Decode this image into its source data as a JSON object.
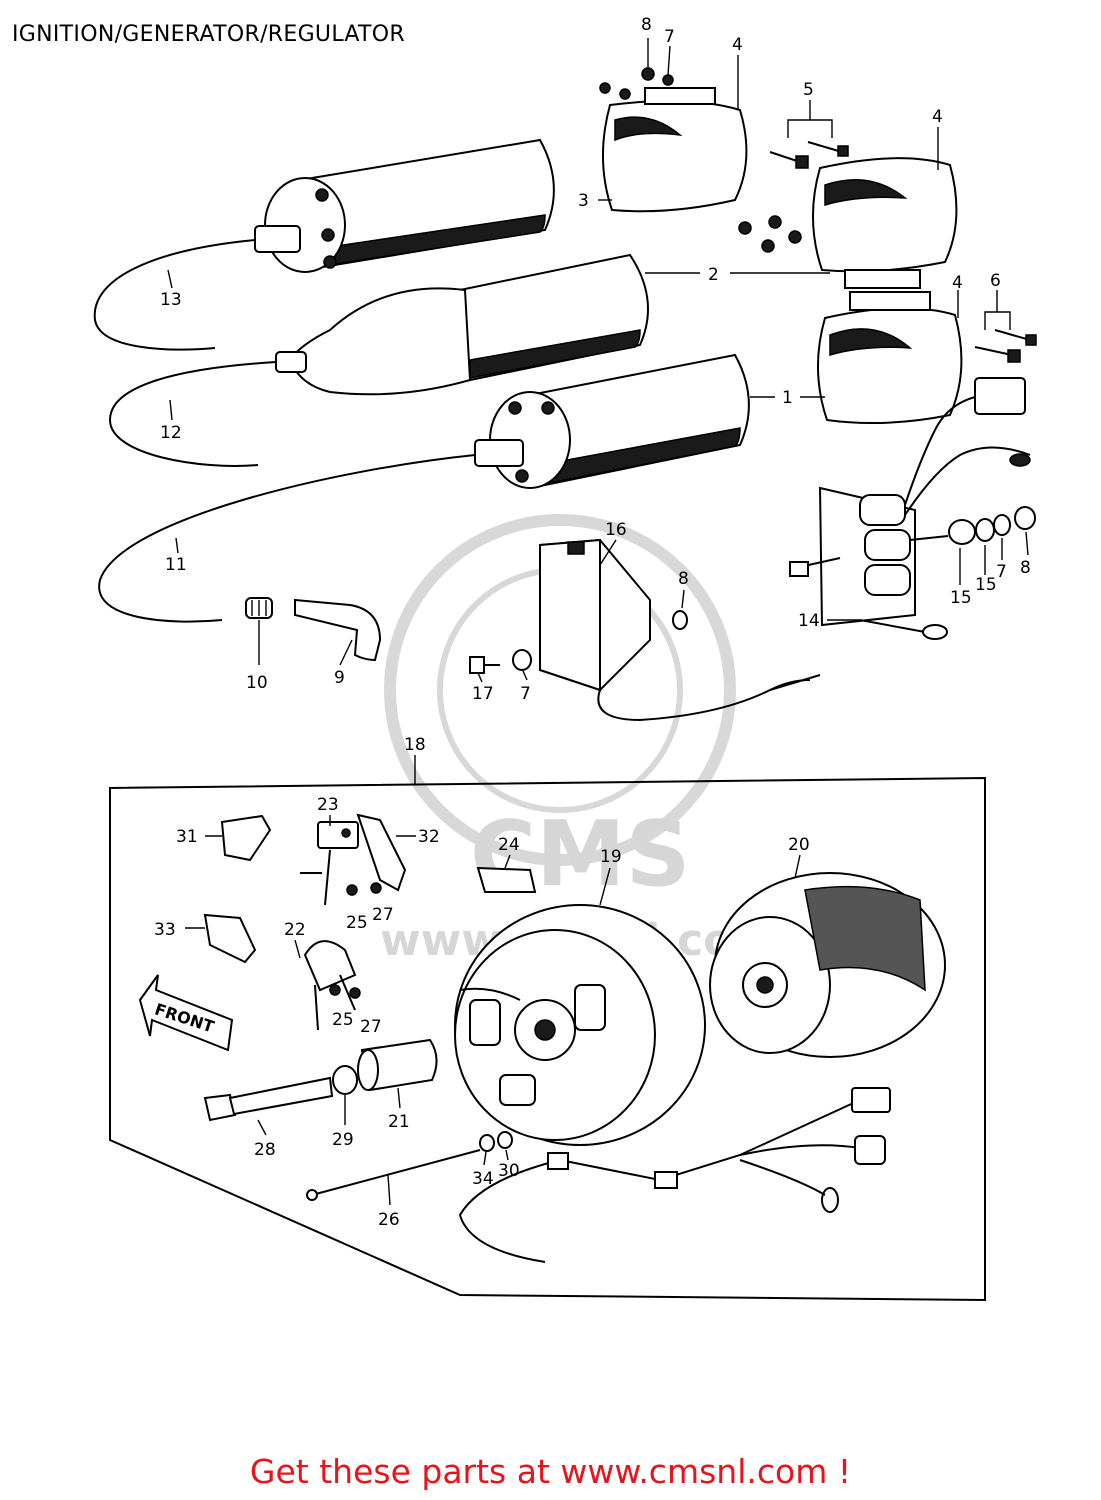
{
  "title": "IGNITION/GENERATOR/REGULATOR",
  "footer": "Get these parts at www.cmsnl.com !",
  "watermark": {
    "brand": "CMS",
    "url": "www.cmsnl.com"
  },
  "front_sign": "FRONT",
  "callouts": {
    "c1": "1",
    "c2": "2",
    "c3": "3",
    "c4a": "4",
    "c4b": "4",
    "c4c": "4",
    "c5": "5",
    "c6": "6",
    "c7a": "7",
    "c7b": "7",
    "c7c": "7",
    "c8a": "8",
    "c8b": "8",
    "c8c": "8",
    "c9": "9",
    "c10": "10",
    "c11": "11",
    "c12": "12",
    "c13": "13",
    "c14": "14",
    "c15a": "15",
    "c15b": "15",
    "c16": "16",
    "c17": "17",
    "c18": "18",
    "c19": "19",
    "c20": "20",
    "c21": "21",
    "c22": "22",
    "c23": "23",
    "c24": "24",
    "c25a": "25",
    "c25b": "25",
    "c26": "26",
    "c27a": "27",
    "c27b": "27",
    "c28": "28",
    "c29": "29",
    "c30": "30",
    "c31": "31",
    "c32": "32",
    "c33": "33",
    "c34": "34"
  }
}
